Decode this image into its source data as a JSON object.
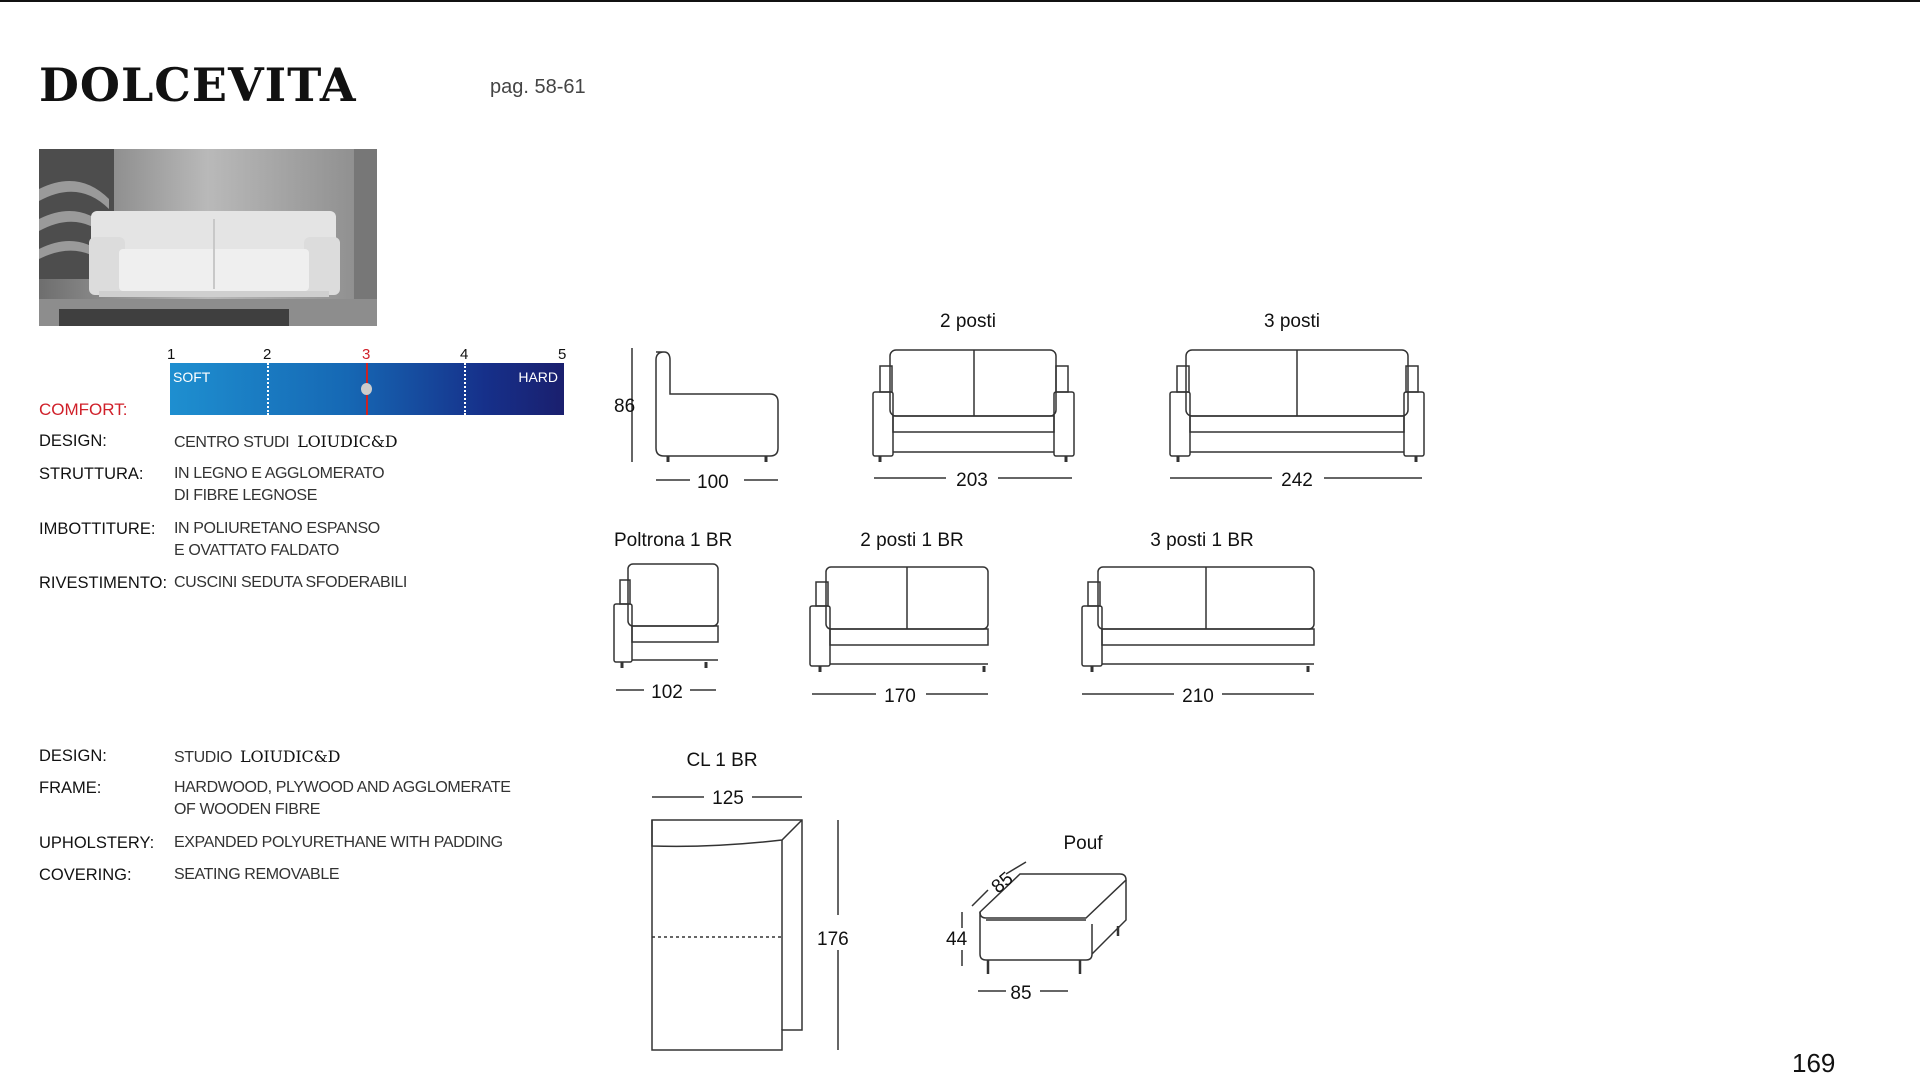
{
  "header": {
    "title": "DOLCEVITA",
    "page_ref": "pag. 58-61"
  },
  "comfort": {
    "label": "COMFORT:",
    "scale": [
      "1",
      "2",
      "3",
      "4",
      "5"
    ],
    "selected": "3",
    "soft_label": "SOFT",
    "hard_label": "HARD",
    "colors": {
      "bar_start": "#1e8fd0",
      "bar_end": "#1a1f6e",
      "selected": "#d0202a"
    }
  },
  "specs_it": [
    {
      "label": "DESIGN:",
      "lines": [
        "CENTRO STUDI"
      ],
      "brand": "LOIUDIC&D"
    },
    {
      "label": "STRUTTURA:",
      "lines": [
        "IN LEGNO E AGGLOMERATO",
        "DI FIBRE LEGNOSE"
      ]
    },
    {
      "label": "IMBOTTITURE:",
      "lines": [
        "IN POLIURETANO ESPANSO",
        "E OVATTATO FALDATO"
      ]
    },
    {
      "label": "RIVESTIMENTO:",
      "lines": [
        "CUSCINI SEDUTA SFODERABILI"
      ]
    }
  ],
  "specs_en": [
    {
      "label": "DESIGN:",
      "lines": [
        "STUDIO"
      ],
      "brand": "LOIUDIC&D"
    },
    {
      "label": "FRAME:",
      "lines": [
        "HARDWOOD, PLYWOOD AND AGGLOMERATE",
        "OF WOODEN FIBRE"
      ]
    },
    {
      "label": "UPHOLSTERY:",
      "lines": [
        "EXPANDED POLYURETHANE WITH PADDING"
      ]
    },
    {
      "label": "COVERING:",
      "lines": [
        "SEATING REMOVABLE"
      ]
    }
  ],
  "models": {
    "armchair": {
      "height": "86",
      "width": "100"
    },
    "sofa_2": {
      "name": "2 posti",
      "width": "203"
    },
    "sofa_3": {
      "name": "3 posti",
      "width": "242"
    },
    "armchair_1br": {
      "name": "Poltrona 1 BR",
      "width": "102"
    },
    "sofa_2_1br": {
      "name": "2 posti 1 BR",
      "width": "170"
    },
    "sofa_3_1br": {
      "name": "3 posti 1 BR",
      "width": "210"
    },
    "chaise_1br": {
      "name": "CL 1 BR",
      "width": "125",
      "depth": "176"
    },
    "pouf": {
      "name": "Pouf",
      "depth": "85",
      "height": "44",
      "width": "85"
    }
  },
  "page_number": "169"
}
